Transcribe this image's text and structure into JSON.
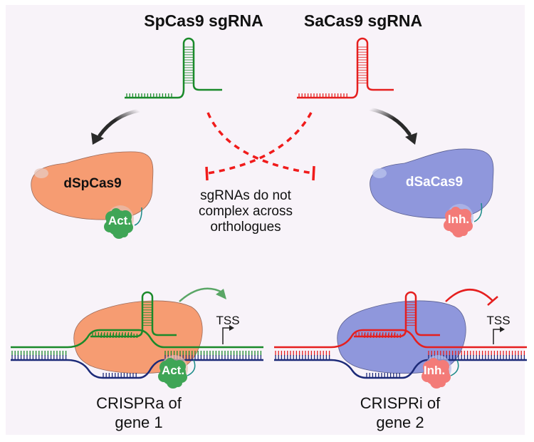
{
  "colors": {
    "background": "#f8f3f9",
    "spcas9_rna": "#1a8a2a",
    "sacas9_rna": "#e51f1f",
    "template_strand": "#1c2a78",
    "dspcas9_fill": "#f69c72",
    "dsacas9_fill": "#8f97dc",
    "activator_fill": "#3fa556",
    "inhibitor_fill": "#f37b78",
    "linker": "#1b8b88",
    "arrow_dark": "#2a2a2a",
    "activation_arrow": "#5aa666",
    "repression_arrow": "#e51f1f"
  },
  "top": {
    "left_title": "SpCas9 sgRNA",
    "right_title": "SaCas9 sgRNA"
  },
  "middle": {
    "left_protein": "dSpCas9",
    "right_protein": "dSaCas9",
    "left_effector": "Act.",
    "right_effector": "Inh.",
    "note_lines": [
      "sgRNAs do not",
      "complex across",
      "orthologues"
    ]
  },
  "bottom": {
    "left_effector": "Act.",
    "right_effector": "Inh.",
    "left_tss": "TSS",
    "right_tss": "TSS",
    "left_caption_lines": [
      "CRISPRa of",
      "gene 1"
    ],
    "right_caption_lines": [
      "CRISPRi of",
      "gene 2"
    ]
  }
}
